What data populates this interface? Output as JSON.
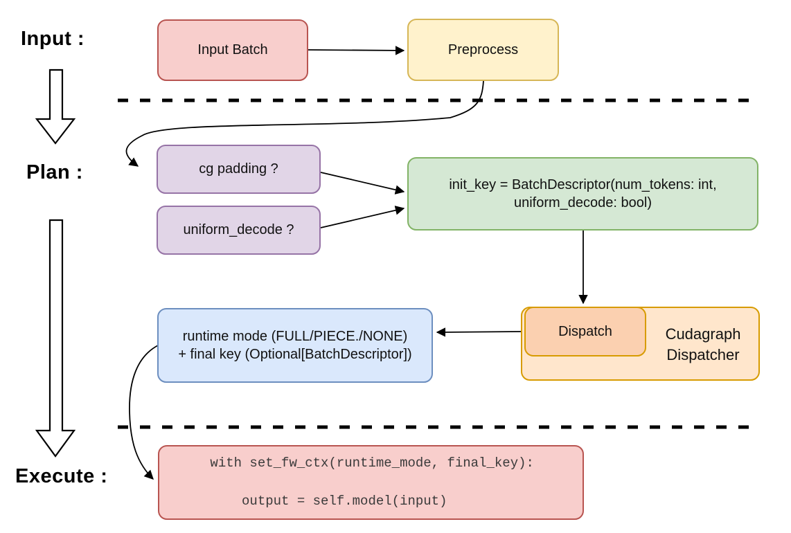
{
  "section_labels": {
    "input": "Input :",
    "plan": "Plan :",
    "execute": "Execute :"
  },
  "nodes": {
    "input_batch": {
      "label": "Input Batch"
    },
    "preprocess": {
      "label": "Preprocess"
    },
    "cg_padding": {
      "label": "cg padding ?"
    },
    "uniform_decode": {
      "label": "uniform_decode ?"
    },
    "init_key": {
      "line1": "init_key = BatchDescriptor(num_tokens: int,",
      "line2": "uniform_decode: bool)"
    },
    "runtime_mode": {
      "line1": "runtime mode (FULL/PIECE./NONE)",
      "line2": "+ final key (Optional[BatchDescriptor])"
    },
    "dispatch": {
      "label": "Dispatch"
    },
    "cudagraph_dispatcher": {
      "line1": "Cudagraph",
      "line2": "Dispatcher"
    },
    "execute_code": {
      "line1": "with set_fw_ctx(runtime_mode, final_key):",
      "line2": "    output = self.model(input)"
    }
  },
  "colors": {
    "red_fill": "#f8cecc",
    "red_stroke": "#b85450",
    "yellow_fill": "#fff2cc",
    "yellow_stroke": "#d6b656",
    "purple_fill": "#e1d5e7",
    "purple_stroke": "#9673a6",
    "green_fill": "#d5e8d4",
    "green_stroke": "#82b366",
    "orange_fill": "#ffe6cc",
    "orange_inner_fill": "#fbd0b0",
    "orange_stroke": "#d79b00",
    "blue_fill": "#dae8fc",
    "blue_stroke": "#6c8ebf",
    "connector": "#000000"
  }
}
